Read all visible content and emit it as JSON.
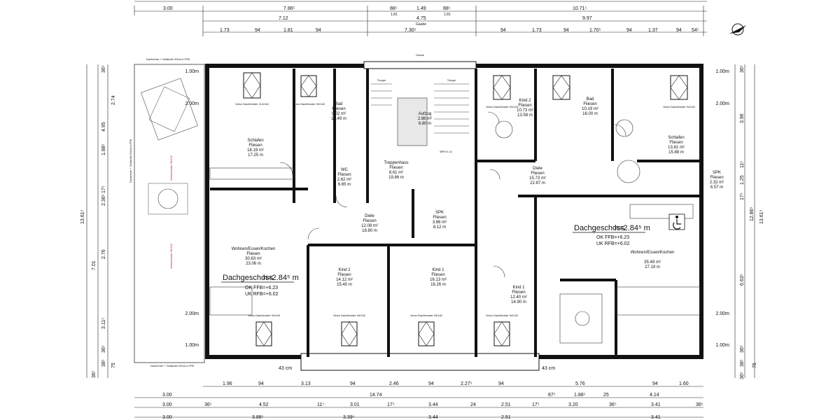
{
  "dimensions": {
    "top_row1": [
      "3.00",
      "7.86⁵",
      "88⁵",
      "1.49",
      "88⁵",
      "10.71⁵"
    ],
    "top_row1_sub": [
      "1.81",
      "1.81"
    ],
    "top_row2": [
      "7.12",
      "4.75",
      "9.97"
    ],
    "top_row2_label": "Gaube",
    "top_row3": [
      "1.73",
      "94",
      "1.81",
      "94",
      "7.30⁵",
      "94",
      "1.73",
      "94",
      "1.70⁵",
      "94",
      "1.37",
      "94",
      "54⁵"
    ],
    "bottom_row1": [
      "1.96",
      "94",
      "3.13",
      "94",
      "2.46",
      "94",
      "2.27⁵",
      "94",
      "5.76",
      "94",
      "1.60"
    ],
    "bottom_row2": [
      "3.00",
      "14.74",
      "87⁵",
      "1.88⁵",
      "25",
      "4.14"
    ],
    "bottom_row3": [
      "3.00",
      "36⁵",
      "4.52",
      "11⁵",
      "3.01",
      "17⁵",
      "3.44",
      "24",
      "2.51",
      "17⁵",
      "3.20",
      "36⁵",
      "3.41",
      "36⁵"
    ],
    "bottom_row4": [
      "3.00",
      "3.88⁵",
      "3.39⁵",
      "3.44",
      "2.51",
      "3.41"
    ],
    "left_outer": [
      "13.61⁵"
    ],
    "left_mid": [
      "4.95",
      "1.88⁵",
      "2.36⁵",
      "2.76",
      "3.11⁵"
    ],
    "left_inner": [
      "36⁵",
      "2.74",
      "17⁵",
      "7.01",
      "36⁵",
      "38⁵",
      "36⁵",
      "75"
    ],
    "right_outer": [
      "13.61⁵",
      "12.86⁵"
    ],
    "right_inner": [
      "36⁵",
      "3.96",
      "11⁵",
      "1.25",
      "17⁵",
      "6.63⁵",
      "36⁵",
      "38⁵",
      "36⁵",
      "75"
    ],
    "cm_labels": [
      "43 cm",
      "43 cm"
    ]
  },
  "levels": [
    "1.00m",
    "2.00m",
    "2.00m",
    "1.00m",
    "1.00m",
    "2.00m",
    "2.00m",
    "1.00m"
  ],
  "rooms": [
    {
      "name": "Schlafen",
      "floor": "Fliesen",
      "area": "18.19 m²",
      "perim": "17.25 m"
    },
    {
      "name": "Bad",
      "floor": "Fliesen",
      "area": "9.02 m²",
      "perim": "14.49 m"
    },
    {
      "name": "Aufzug",
      "floor": "",
      "area": "2.88 m²",
      "perim": "6.80 m"
    },
    {
      "name": "Treppenhaus",
      "floor": "Fliesen",
      "area": "8.61 m²",
      "perim": "19.86 m"
    },
    {
      "name": "WC",
      "floor": "Fliesen",
      "area": "2.62 m²",
      "perim": "6.65 m"
    },
    {
      "name": "Diele",
      "floor": "Fliesen",
      "area": "12.08 m²",
      "perim": "18.80 m"
    },
    {
      "name": "SPK",
      "floor": "Fliesen",
      "area": "3.86 m²",
      "perim": "8.12 m"
    },
    {
      "name": "Wohnen/Essen/Kochen",
      "floor": "Fliesen",
      "area": "30.63 m²",
      "perim": "23.06 m"
    },
    {
      "name": "Kind 2",
      "floor": "Fliesen",
      "area": "14.12 m²",
      "perim": "15.40 m"
    },
    {
      "name": "Kind 1",
      "floor": "Fliesen",
      "area": "16.13 m²",
      "perim": "16.26 m"
    },
    {
      "name": "Kind 2",
      "floor": "Fliesen",
      "area": "10.73 m²",
      "perim": "13.58 m"
    },
    {
      "name": "Bad",
      "floor": "Fliesen",
      "area": "10.19 m²",
      "perim": "16.00 m"
    },
    {
      "name": "Schlafen",
      "floor": "Fliesen",
      "area": "13.81 m²",
      "perim": "15.88 m"
    },
    {
      "name": "Diele",
      "floor": "Fliesen",
      "area": "15.73 m²",
      "perim": "22.87 m"
    },
    {
      "name": "SPK",
      "floor": "Fliesen",
      "area": "2.32 m²",
      "perim": "6.57 m"
    },
    {
      "name": "Wohnen/Essen/Kochen",
      "floor": "",
      "area": "35.49 m²",
      "perim": "27.19 m"
    },
    {
      "name": "Kind 1",
      "floor": "Fliesen",
      "area": "12.40 m²",
      "perim": "14.90 m"
    }
  ],
  "storey_labels": [
    {
      "title": "Dachgeschoss",
      "height": "h=2.84⁵ m",
      "ok": "OK FFB=+6.23",
      "uk": "UK RFB=+6.02"
    },
    {
      "title": "Dachgeschoss",
      "height": "h=2.84⁵ m",
      "ok": "OK FFB=+6.23",
      "uk": "UK RFB=+6.02"
    }
  ],
  "annotations": {
    "window_labels": [
      "Velux Dachfenster 114/140",
      "Velux Dachfenster 94/140",
      "Velux Dachfenster 94/140",
      "Velux Dachfenster 94/140",
      "Velux Dachfenster 94/140",
      "Velux Dachfenster 94/140",
      "Velux Dachfenster 94/140",
      "Velux Dachfenster 94/140"
    ],
    "eaves_top": "Dachrinne + Geländer 90cm ü.FFB",
    "eaves_bottom": "Dachrinne + Geländer 90cm ü.FFB",
    "eaves_left": "Dachrinne + Geländer 90cm ü.FFB",
    "trap_labels": [
      "Treppe",
      "Treppe"
    ],
    "ceiling_labels": [
      "BRH 0.14"
    ],
    "gaube": "Gaube",
    "red_notes": [
      "Wohnfenster 95/142",
      "Wohnfenster 95/142"
    ]
  }
}
